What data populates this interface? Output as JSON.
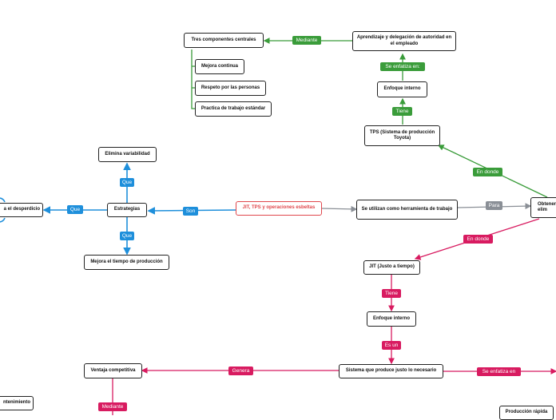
{
  "central": "JIT, TPS y operaciones esbeltas",
  "nodes": {
    "tres_componentes": "Tres componentes centrales",
    "aprendizaje": "Aprendizaje y delegación de autoridad en el empleado",
    "mejora_continua": "Mejora continua",
    "respeto": "Respeto por las personas",
    "practica": "Practica de trabajo estándar",
    "enfoque_interno_top": "Enfoque interno",
    "tps": "TPS (Sistema de producción Toyota)",
    "elimina_variabilidad": "Elimina variabilidad",
    "estrategias": "Estrategias",
    "desperdicio": "a el desperdicio",
    "mejora_tiempo": "Mejora el tiempo de producción",
    "herramienta": "Se utilizan como herramienta de trabajo",
    "obtener": "Obtener elim",
    "jit": "JIT (Justo a tiempo)",
    "enfoque_interno_bottom": "Enfoque interno",
    "sistema": "Sistema que produce justo lo necesario",
    "ventaja": "Ventaja competitiva",
    "mantenimiento": "ntenimiento",
    "produccion_rapida": "Producción rápida"
  },
  "labels": {
    "mediante_top": "Mediante",
    "se_enfatiza_en_top": "Se enfatiza en:",
    "tiene_top": "Tiene",
    "en_donde_top": "En donde",
    "que_up": "Que",
    "que_left": "Que",
    "que_down": "Que",
    "son": "Son",
    "para": "Para",
    "en_donde_bottom": "En donde",
    "tiene_bottom": "Tiene",
    "es_un": "Es un",
    "genera": "Genera",
    "se_enfatiza_en_bottom": "Se enfatiza en",
    "mediante_bottom": "Mediante"
  },
  "colors": {
    "green": "#3a9c3a",
    "blue": "#1e8fdb",
    "pink": "#d81b60",
    "gray": "#8a8f96",
    "central": "#e0474c"
  }
}
